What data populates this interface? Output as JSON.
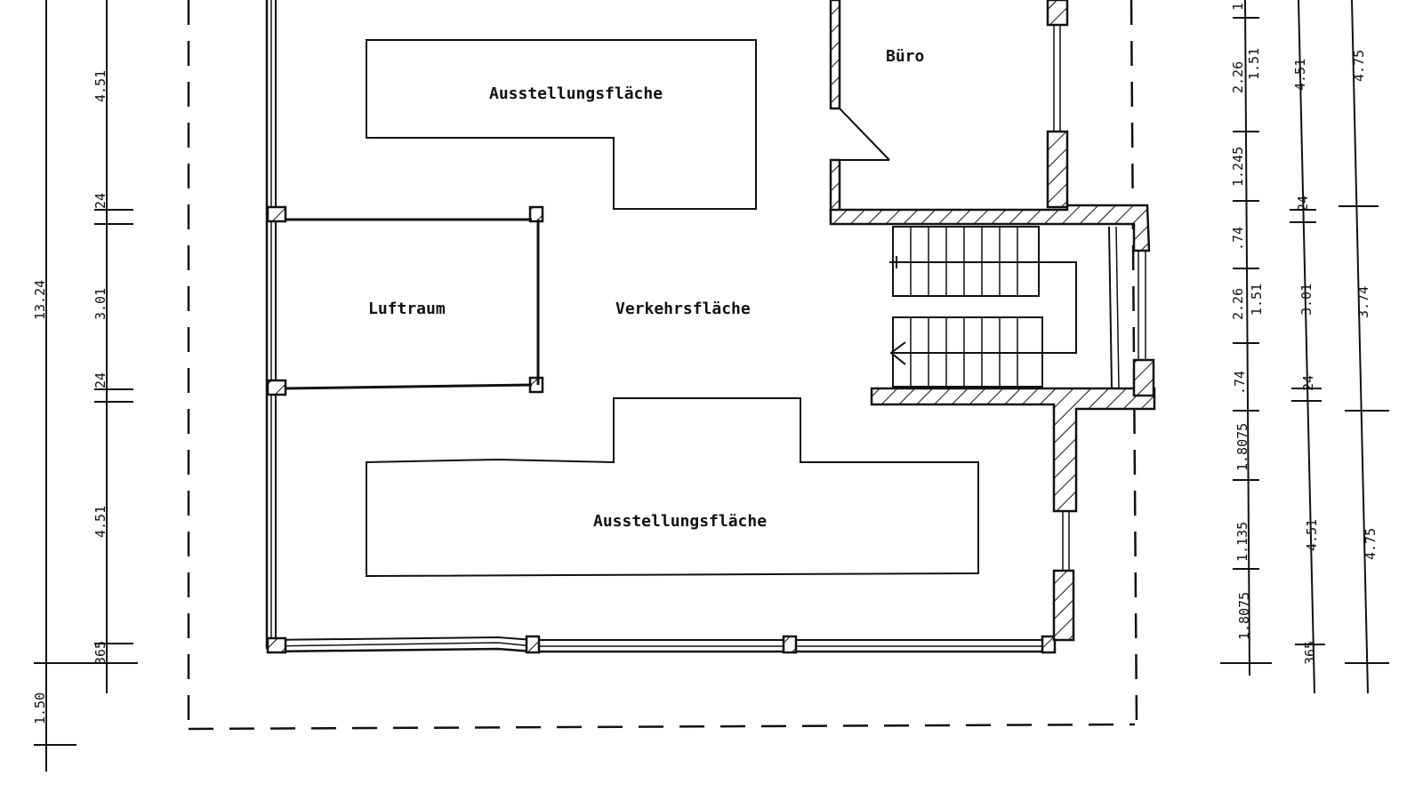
{
  "rooms": {
    "office": "Büro",
    "exhibition_top": "Ausstellungsfläche",
    "void": "Luftraum",
    "circulation": "Verkehrsfläche",
    "exhibition_bottom": "Ausstellungsfläche"
  },
  "dimensions_left": {
    "total": "13.24",
    "bottom_offset": "1.50",
    "seg_a": "4.51",
    "wall_a": "24",
    "seg_b": "3.01",
    "wall_b": "24",
    "seg_c": "4.51",
    "wall_c": "365"
  },
  "dimensions_right_inner": {
    "a": "1",
    "b": "2.26",
    "c": "1.245",
    "d": ".74",
    "e": "2.26",
    "f": ".74",
    "g": "1.8075",
    "h": "1.135",
    "i": "1.8075"
  },
  "dimensions_right_mid": {
    "a": "1.51",
    "b": "1.51"
  },
  "dimensions_right_outer": {
    "a": "4.51",
    "b": "24",
    "c": "3.01",
    "d": "24",
    "e": "4.51",
    "f": "365"
  },
  "dimensions_right_far": {
    "a": "4.75",
    "b": "3.74",
    "c": "4.75"
  }
}
